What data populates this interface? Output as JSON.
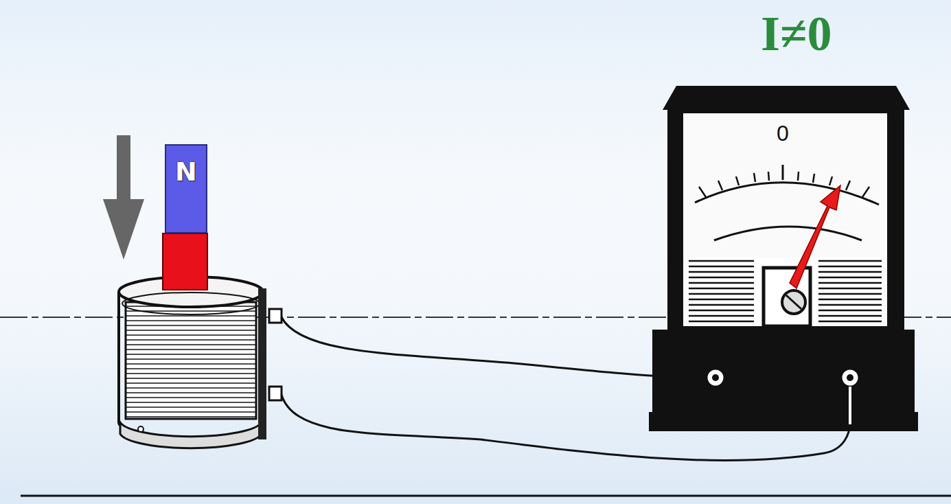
{
  "diagram": {
    "title": "I≠0",
    "nodes": [
      {
        "text": [
          "N"
        ]
      }
    ],
    "labels": [
      "0"
    ]
  }
}
